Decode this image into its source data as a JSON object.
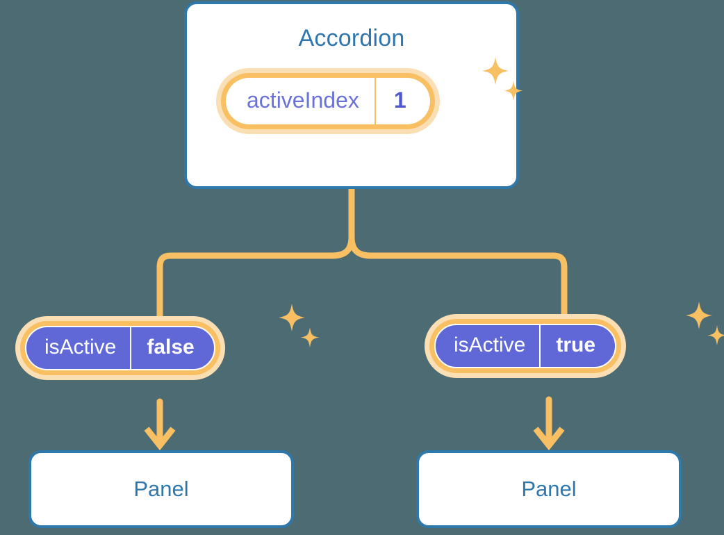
{
  "theme": {
    "background": "#4d6b73",
    "card_border": "#2f78ab",
    "card_fill": "#ffffff",
    "title_text": "#2f77ab",
    "wire": "#f8bf63",
    "ring_outer": "#fbdfb4",
    "ring_inner": "#f8bf63",
    "chip_fill_indigo": "#6068d8",
    "chip_key_indigo_text": "#6a72d8",
    "chip_value_indigo_text": "#5058cf",
    "chip_text_white": "#ffffff",
    "sparkle": "#f8bf63"
  },
  "diagram": {
    "type": "tree",
    "root": {
      "title": "Accordion",
      "state": {
        "key": "activeIndex",
        "value": "1"
      }
    },
    "branches": [
      {
        "side": "left",
        "state": {
          "key": "isActive",
          "value": "false"
        },
        "child": {
          "title": "Panel"
        }
      },
      {
        "side": "right",
        "state": {
          "key": "isActive",
          "value": "true"
        },
        "child": {
          "title": "Panel"
        }
      }
    ]
  },
  "icons": {
    "sparkle_large": "sparkle-large-icon",
    "sparkle_small": "sparkle-small-icon"
  }
}
